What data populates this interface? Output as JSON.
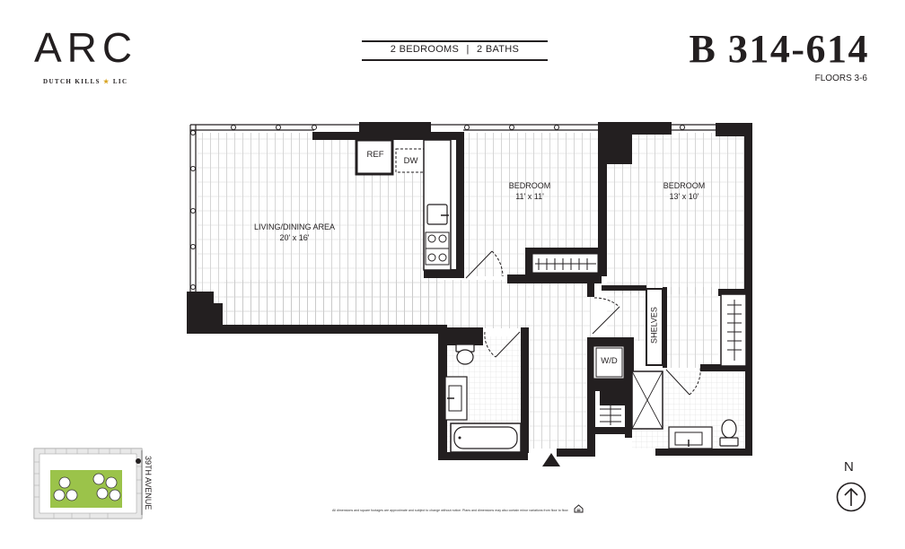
{
  "logo": {
    "name": "ARC",
    "subtitle_left": "DUTCH KILLS",
    "subtitle_right": "LIC",
    "star": "★"
  },
  "summary": {
    "bedrooms": "2 BEDROOMS",
    "separator": "|",
    "baths": "2 BATHS"
  },
  "unit": {
    "title": "B 314-614",
    "floors": "FLOORS 3-6"
  },
  "rooms": {
    "living": {
      "name": "LIVING/DINING AREA",
      "size": "20' x 16'"
    },
    "bedroom1": {
      "name": "BEDROOM",
      "size": "11' x 11'"
    },
    "bedroom2": {
      "name": "BEDROOM",
      "size": "13' x 10'"
    }
  },
  "fixtures": {
    "ref": "REF",
    "dw": "DW",
    "wd": "W/D",
    "shelves": "SHELVES"
  },
  "site_map": {
    "avenue": "39TH AVENUE"
  },
  "compass": {
    "label": "N"
  },
  "footer": {
    "disclaimer": "All dimensions and square footages are approximate and subject to change without notice. Plans and dimensions may also contain minor variations from floor to floor."
  },
  "colors": {
    "ink": "#231f20",
    "wall": "#231f20",
    "floor_lines": "#bdbdbd",
    "site_green": "#9bc34a",
    "logo_star": "#d8a422"
  }
}
